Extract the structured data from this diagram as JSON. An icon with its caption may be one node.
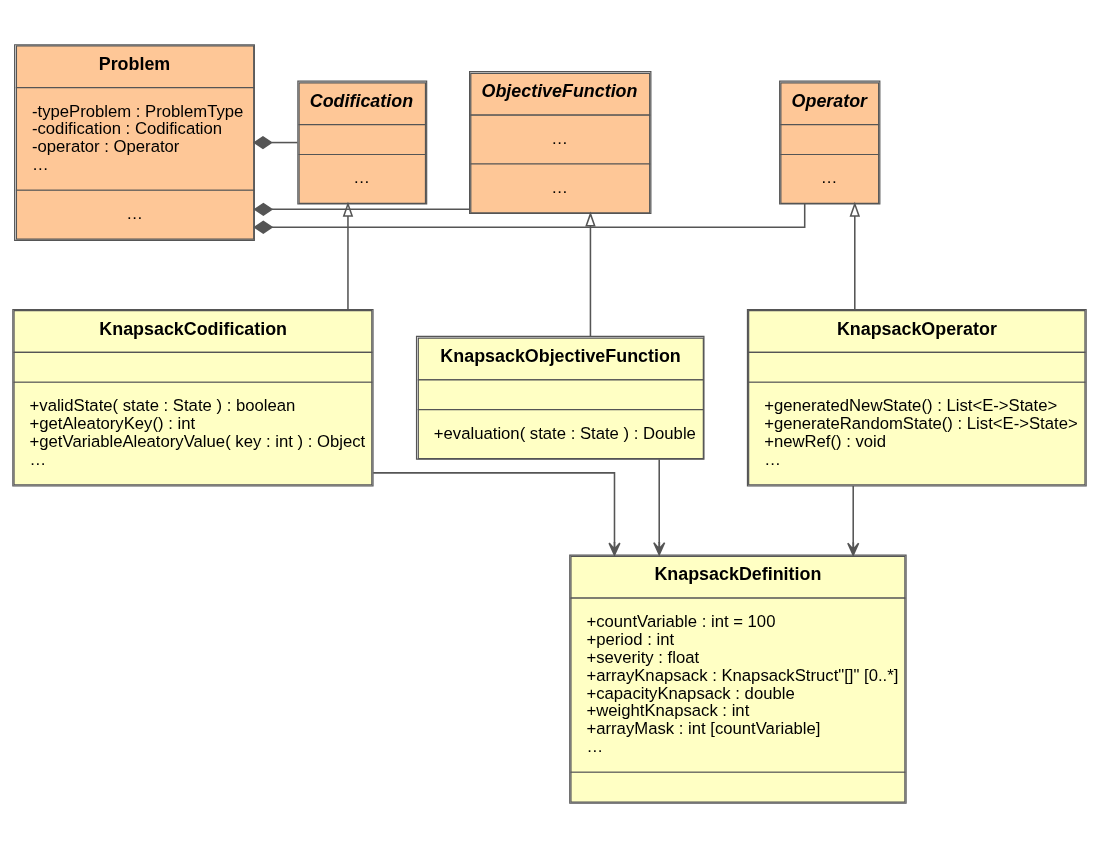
{
  "diagram": {
    "nodes": [
      {
        "text": [
          "Problem",
          "-typeProblem : ProblemType",
          "-codification : Codification",
          "-operator : Operator",
          "…",
          "…"
        ]
      },
      {
        "text": [
          "Operator",
          "…"
        ]
      },
      {
        "text": [
          "ObjectiveFunction",
          "…",
          "…"
        ]
      },
      {
        "text": [
          "Codification",
          "…"
        ]
      },
      {
        "text": [
          "KnapsackObjectiveFunction",
          "+evaluation( state : State ) : Double"
        ]
      },
      {
        "text": [
          "KnapsackCodification",
          "+validState( state : State ) : boolean",
          "+getAleatoryKey() : int",
          "+getVariableAleatoryValue( key : int ) : Object",
          "…"
        ]
      },
      {
        "text": [
          "KnapsackOperator",
          "+generatedNewState() : List<E->State>",
          "+generateRandomState() : List<E->State>",
          "+newRef() : void",
          "…"
        ]
      },
      {
        "text": [
          "KnapsackDefinition",
          "+countVariable : int = 100",
          "+period : int",
          "+severity : float",
          "+arrayKnapsack : KnapsackStruct\"[]\" [0..*]",
          "+capacityKnapsack : double",
          "+weightKnapsack : int",
          "+arrayMask : int [countVariable]",
          "…"
        ]
      }
    ],
    "edges": [
      {
        "from": 0,
        "to": 1,
        "arrow": "other"
      },
      {
        "from": 0,
        "to": 2,
        "arrow": "other"
      },
      {
        "from": 0,
        "to": 3,
        "arrow": "other"
      },
      {
        "from": 4,
        "to": 2,
        "arrow": "to"
      },
      {
        "from": 6,
        "to": 1,
        "arrow": "to"
      },
      {
        "from": 5,
        "to": 3,
        "arrow": "to"
      },
      {
        "from": 4,
        "to": 7,
        "arrow": "to"
      },
      {
        "from": 6,
        "to": 7,
        "arrow": "to"
      },
      {
        "from": 5,
        "to": 7,
        "arrow": "to"
      }
    ]
  }
}
